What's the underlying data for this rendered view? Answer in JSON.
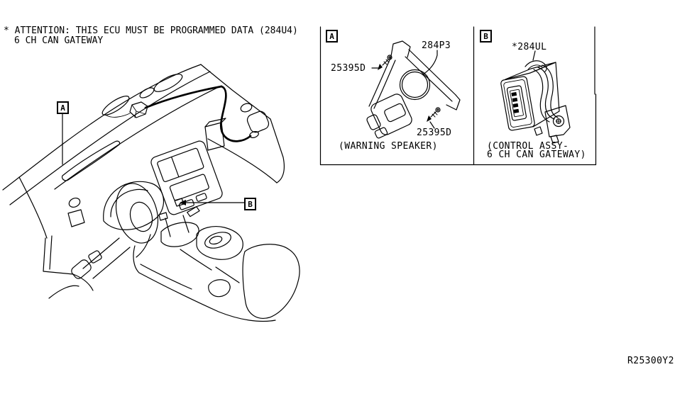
{
  "attention_note": {
    "line1": "* ATTENTION: THIS ECU MUST BE PROGRAMMED DATA (284U4)",
    "line2": "6 CH CAN GATEWAY"
  },
  "main_view": {
    "callout_a": "A",
    "callout_b": "B"
  },
  "panel_a": {
    "callout": "A",
    "part_speaker": "284P3",
    "part_screw_left": "25395D",
    "part_screw_bottom": "25395D",
    "caption": "(WARNING SPEAKER)"
  },
  "panel_b": {
    "callout": "B",
    "part_control": "*284UL",
    "caption_line1": "(CONTROL ASSY-",
    "caption_line2": "6 CH CAN GATEWAY)"
  },
  "drawing_ref": "R25300Y2",
  "colors": {
    "line": "#000000",
    "background": "#ffffff"
  }
}
